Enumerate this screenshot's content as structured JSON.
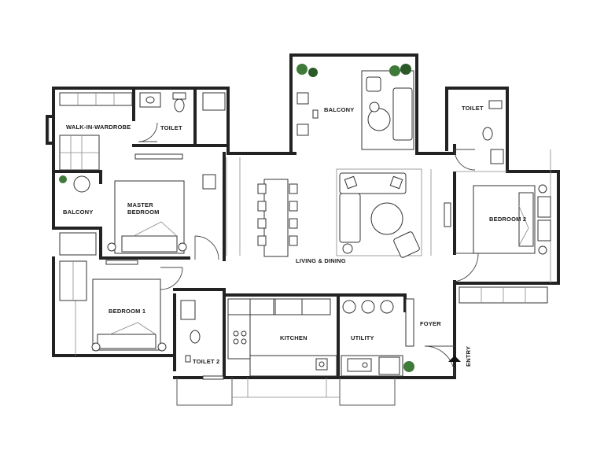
{
  "rooms": {
    "walk_in_wardrobe": "WALK-IN-WARDROBE",
    "toilet_master": "TOILET",
    "balcony_top": "BALCONY",
    "toilet_bed2": "TOILET",
    "balcony_left": "BALCONY",
    "master_bedroom_line1": "MASTER",
    "master_bedroom_line2": "BEDROOM",
    "bedroom2": "BEDROOM 2",
    "living_dining": "LIVING & DINING",
    "bedroom1": "BEDROOM 1",
    "kitchen": "KITCHEN",
    "utility": "UTILITY",
    "foyer": "FOYER",
    "toilet2": "TOILET 2",
    "entry": "ENTRY"
  },
  "colors": {
    "walls": "#222222",
    "plant": "#3f7a3a"
  }
}
